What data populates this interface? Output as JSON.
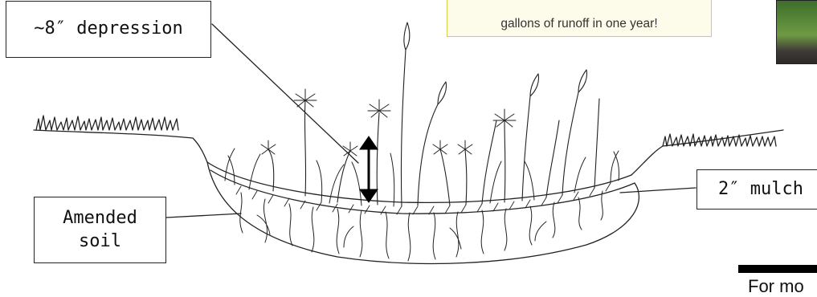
{
  "labels": {
    "depression": "~8″ depression",
    "mulch": "2″ mulch",
    "amended_soil": "Amended soil"
  },
  "callout": {
    "text": "gallons of runoff in one year!"
  },
  "footer": {
    "text": "For mo"
  },
  "icons": {
    "arrow": "double-headed-vertical-arrow"
  },
  "colors": {
    "ink": "#222222",
    "callout_border": "#d8cf46",
    "callout_fill": "#fdfbe9"
  }
}
